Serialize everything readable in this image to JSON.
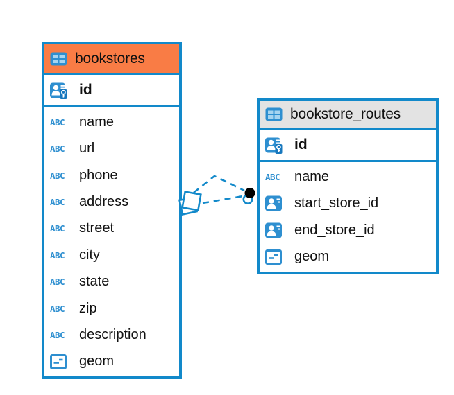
{
  "diagram": {
    "tables": [
      {
        "name": "bookstores",
        "header_style": "orange",
        "primary_key": {
          "name": "id",
          "icon": "primary-key-person-icon"
        },
        "fields": [
          {
            "name": "name",
            "icon": "text-type-icon"
          },
          {
            "name": "url",
            "icon": "text-type-icon"
          },
          {
            "name": "phone",
            "icon": "text-type-icon"
          },
          {
            "name": "address",
            "icon": "text-type-icon"
          },
          {
            "name": "street",
            "icon": "text-type-icon"
          },
          {
            "name": "city",
            "icon": "text-type-icon"
          },
          {
            "name": "state",
            "icon": "text-type-icon"
          },
          {
            "name": "zip",
            "icon": "text-type-icon"
          },
          {
            "name": "description",
            "icon": "text-type-icon"
          },
          {
            "name": "geom",
            "icon": "geometry-type-icon"
          }
        ]
      },
      {
        "name": "bookstore_routes",
        "header_style": "gray",
        "primary_key": {
          "name": "id",
          "icon": "primary-key-person-icon"
        },
        "fields": [
          {
            "name": "name",
            "icon": "text-type-icon"
          },
          {
            "name": "start_store_id",
            "icon": "person-reference-icon"
          },
          {
            "name": "end_store_id",
            "icon": "person-reference-icon"
          },
          {
            "name": "geom",
            "icon": "geometry-type-icon"
          }
        ]
      }
    ],
    "relationship": {
      "source_table": "bookstores",
      "target_table": "bookstore_routes",
      "line_style": "dashed",
      "source_marker": "diamond",
      "target_marker": "filled-dot"
    }
  },
  "icons": {
    "text_type_label": "ABC"
  },
  "colors": {
    "background": "#FFFFFF",
    "accent_blue": "#1289CA",
    "icon_blue": "#2E8FD0",
    "icon_cell_blue": "#A6D4F0",
    "key_badge_blue": "#1878BE",
    "header_orange": "#F97C45",
    "header_gray": "#E3E3E3",
    "text": "#111111",
    "relation_line": "#1289CA",
    "relation_dot_black": "#000000"
  }
}
